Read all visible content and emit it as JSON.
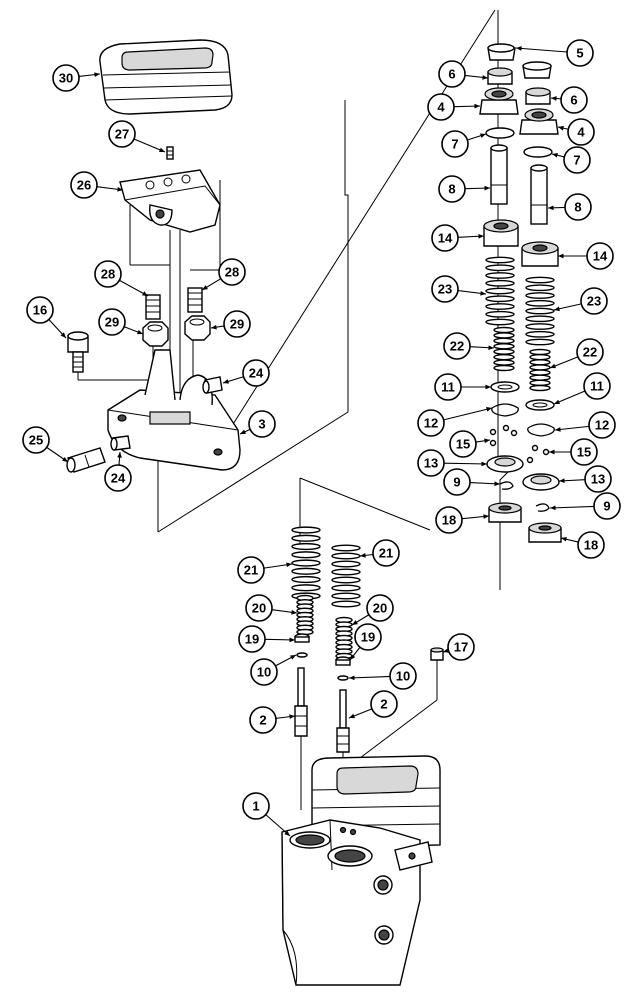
{
  "diagram": {
    "callouts": [
      {
        "label": "30",
        "part": "rubber-boot"
      },
      {
        "label": "27",
        "part": "small-screw"
      },
      {
        "label": "26",
        "part": "lever-cam-plate"
      },
      {
        "label": "28",
        "part": "set-screw-left"
      },
      {
        "label": "28",
        "part": "set-screw-right"
      },
      {
        "label": "16",
        "part": "cap-screw"
      },
      {
        "label": "29",
        "part": "nut-left"
      },
      {
        "label": "29",
        "part": "nut-right"
      },
      {
        "label": "24",
        "part": "bushing-upper"
      },
      {
        "label": "3",
        "part": "base-plate"
      },
      {
        "label": "25",
        "part": "pin"
      },
      {
        "label": "24",
        "part": "bushing-lower"
      },
      {
        "label": "5",
        "part": "seal"
      },
      {
        "label": "6",
        "part": "bushing-left"
      },
      {
        "label": "6",
        "part": "bushing-right"
      },
      {
        "label": "4",
        "part": "plug-left"
      },
      {
        "label": "4",
        "part": "plug-right"
      },
      {
        "label": "7",
        "part": "o-ring-left"
      },
      {
        "label": "7",
        "part": "o-ring-right"
      },
      {
        "label": "8",
        "part": "push-rod-left"
      },
      {
        "label": "8",
        "part": "push-rod-right"
      },
      {
        "label": "14",
        "part": "spring-seat-left"
      },
      {
        "label": "14",
        "part": "spring-seat-right"
      },
      {
        "label": "23",
        "part": "spring-outer-left"
      },
      {
        "label": "23",
        "part": "spring-outer-right"
      },
      {
        "label": "22",
        "part": "spring-inner-left"
      },
      {
        "label": "22",
        "part": "spring-inner-right"
      },
      {
        "label": "11",
        "part": "washer-left"
      },
      {
        "label": "11",
        "part": "washer-right"
      },
      {
        "label": "12",
        "part": "snap-ring-left"
      },
      {
        "label": "12",
        "part": "snap-ring-right"
      },
      {
        "label": "15",
        "part": "ball-left"
      },
      {
        "label": "15",
        "part": "ball-right"
      },
      {
        "label": "13",
        "part": "retainer-left"
      },
      {
        "label": "13",
        "part": "retainer-right"
      },
      {
        "label": "9",
        "part": "clip-left"
      },
      {
        "label": "9",
        "part": "clip-right"
      },
      {
        "label": "18",
        "part": "seat-left"
      },
      {
        "label": "18",
        "part": "seat-right"
      },
      {
        "label": "21",
        "part": "return-spring-left"
      },
      {
        "label": "21",
        "part": "return-spring-right"
      },
      {
        "label": "20",
        "part": "pilot-spring-left"
      },
      {
        "label": "20",
        "part": "pilot-spring-right"
      },
      {
        "label": "19",
        "part": "spring-washer-left"
      },
      {
        "label": "19",
        "part": "spring-washer-right"
      },
      {
        "label": "10",
        "part": "shim-left"
      },
      {
        "label": "10",
        "part": "shim-right"
      },
      {
        "label": "17",
        "part": "plug"
      },
      {
        "label": "2",
        "part": "spool-left"
      },
      {
        "label": "2",
        "part": "spool-right"
      },
      {
        "label": "1",
        "part": "valve-body"
      }
    ]
  }
}
